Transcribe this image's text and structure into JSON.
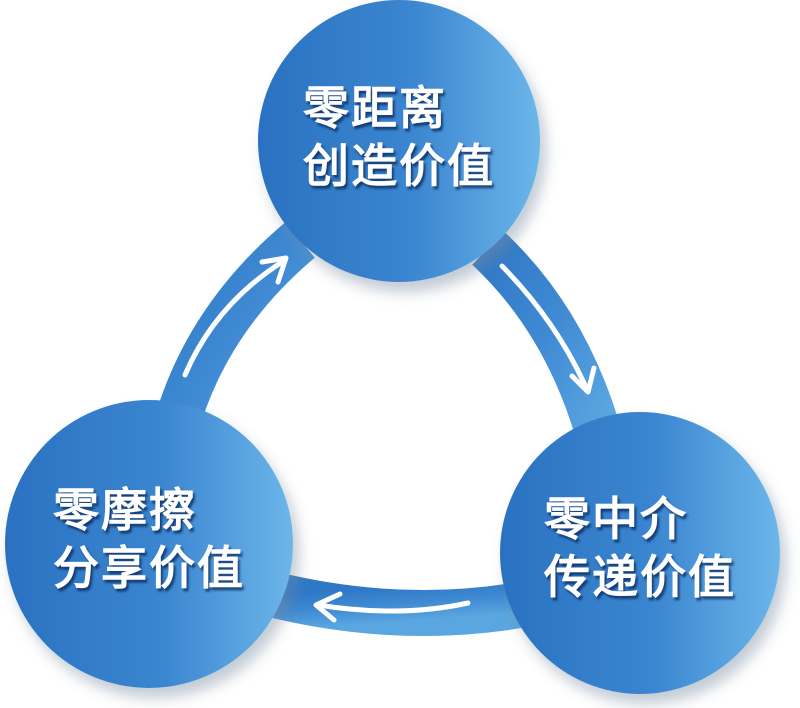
{
  "diagram": {
    "type": "cycle",
    "colors": {
      "circle_dark": "#2a72c1",
      "circle_mid": "#3b86d0",
      "circle_light": "#6cb6ea",
      "ring": "#3c88d2",
      "arrow": "#ffffff",
      "text": "#ffffff"
    },
    "nodes": [
      {
        "id": "top",
        "line1": "零距离",
        "line2": "创造价值"
      },
      {
        "id": "right",
        "line1": "零中介",
        "line2": "传递价值"
      },
      {
        "id": "left",
        "line1": "零摩擦",
        "line2": "分享价值"
      }
    ],
    "connectors": [
      {
        "from": "left",
        "to": "top",
        "arrow": "arrow-up-right"
      },
      {
        "from": "top",
        "to": "right",
        "arrow": "arrow-down-right"
      },
      {
        "from": "right",
        "to": "left",
        "arrow": "arrow-left"
      }
    ]
  }
}
